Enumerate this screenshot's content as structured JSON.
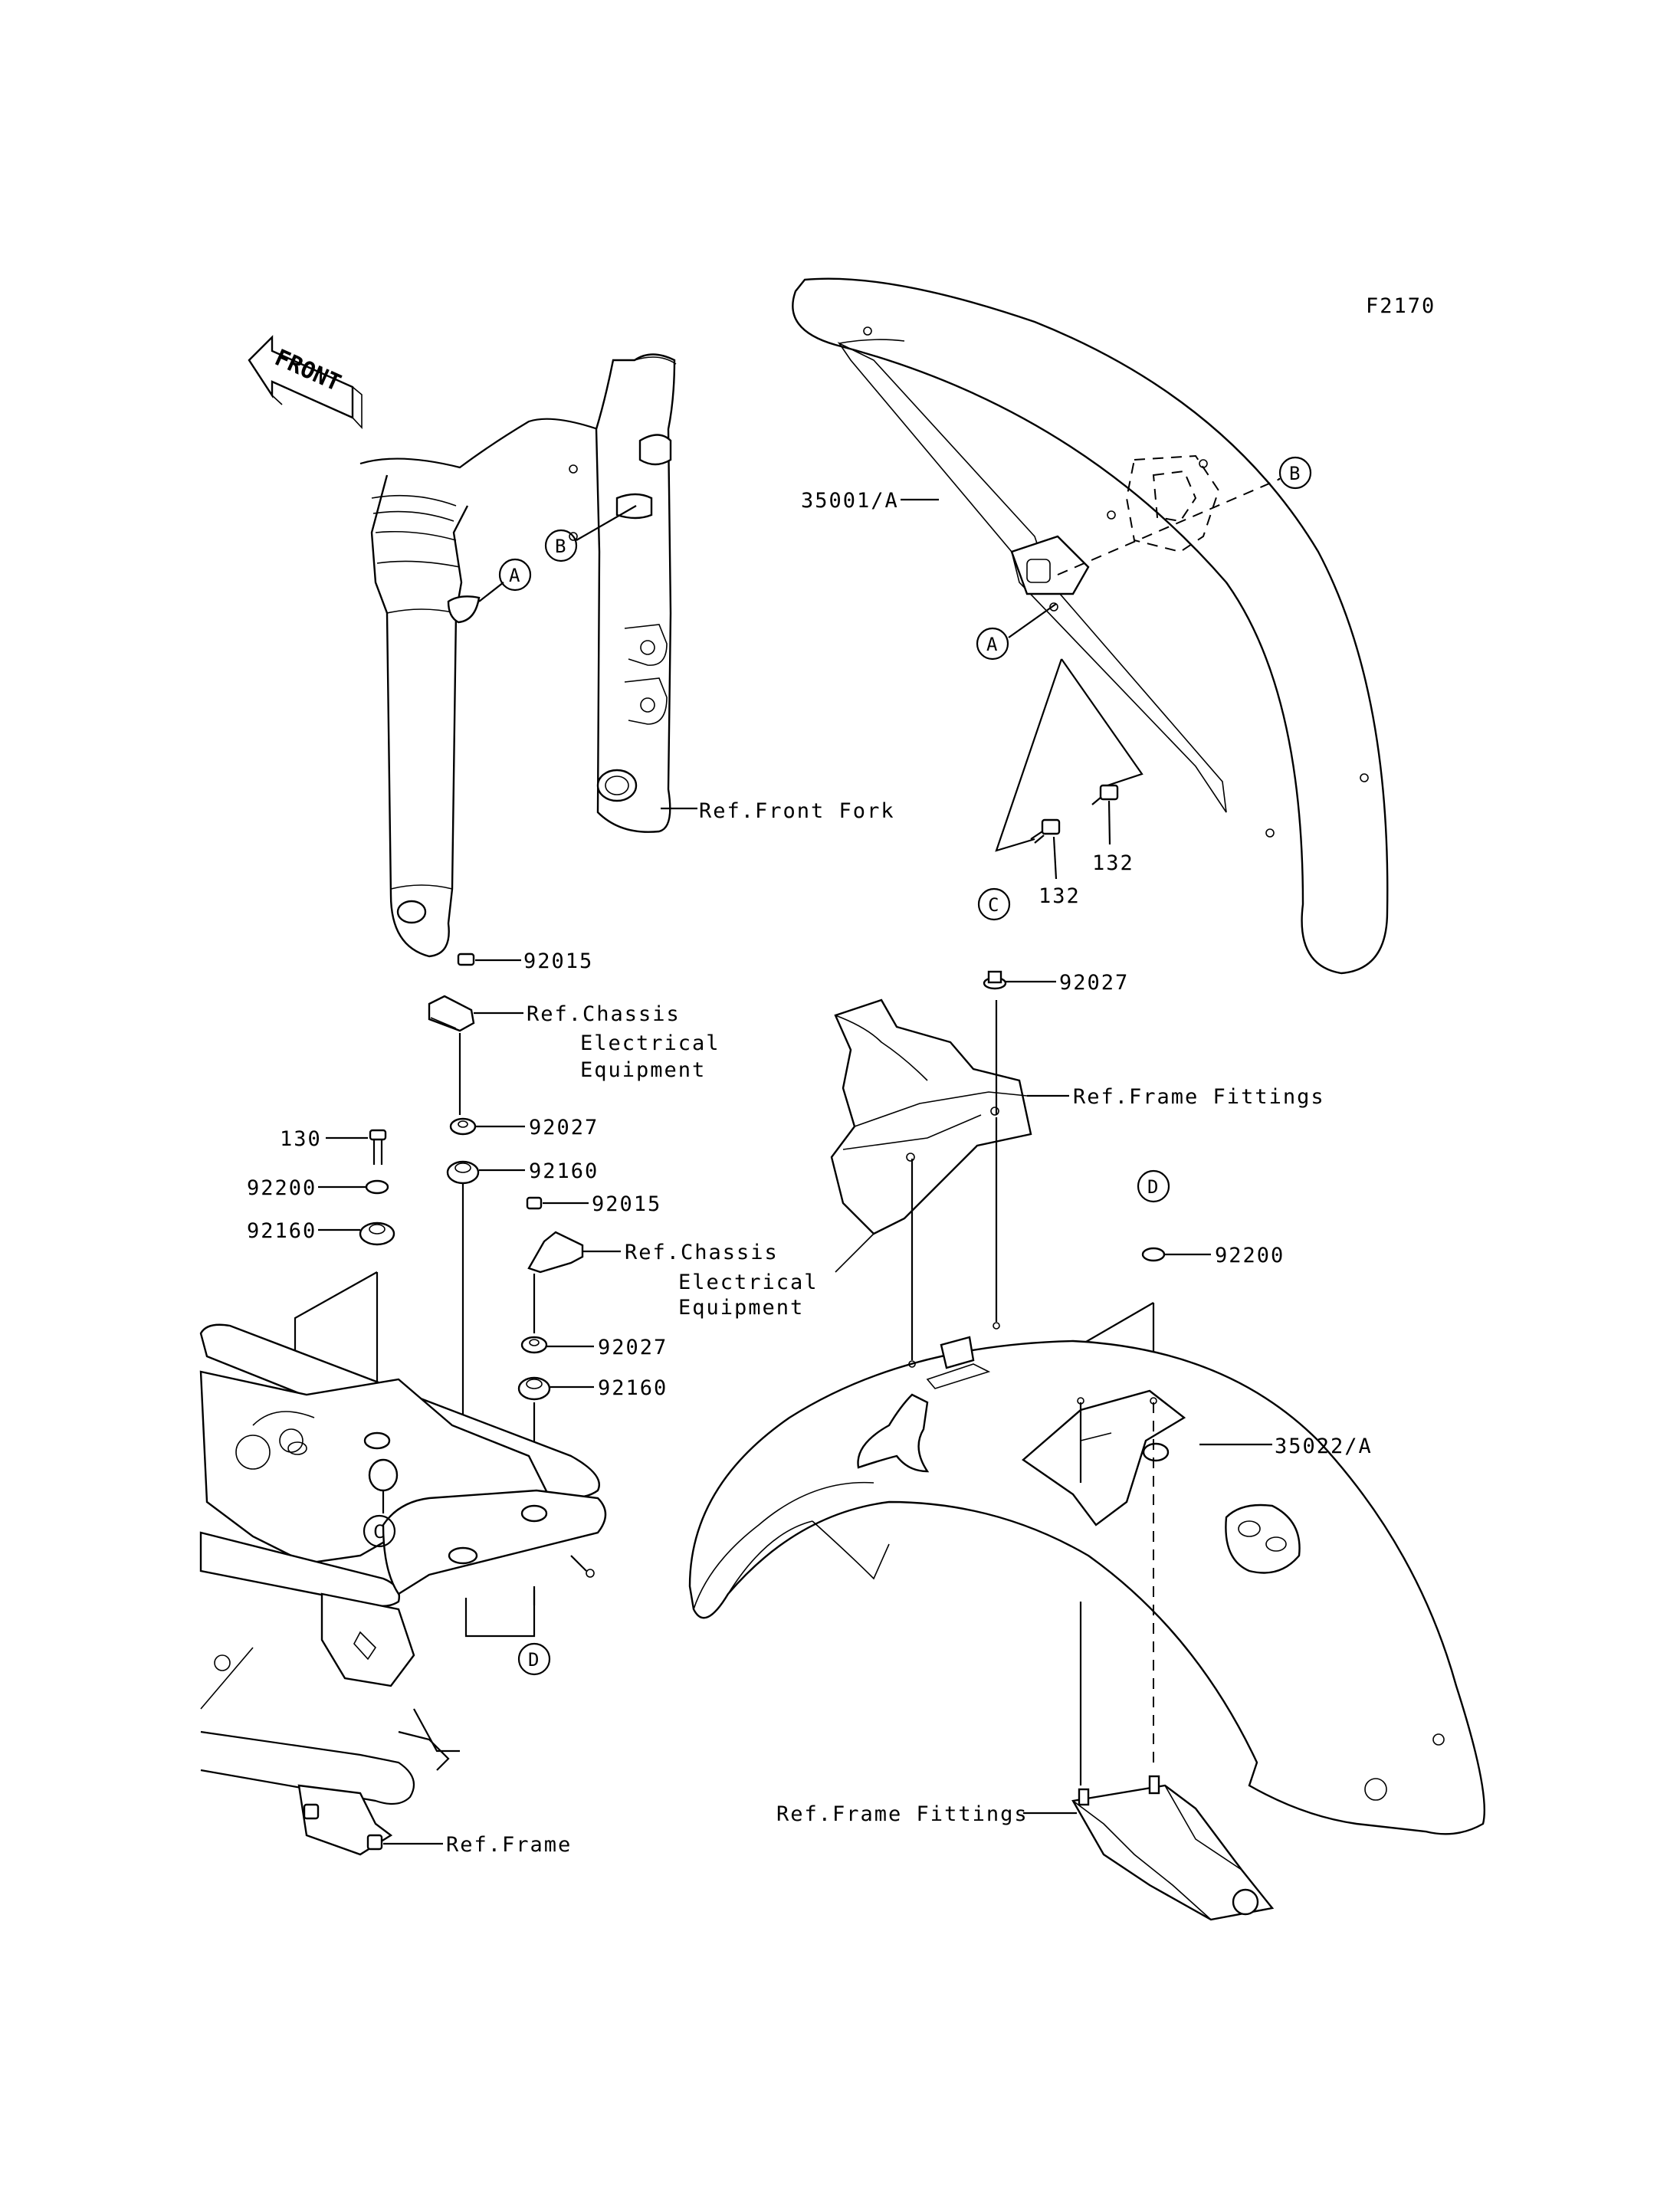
{
  "figure_code": "F2170",
  "front_arrow_text": "FRONT",
  "callouts": {
    "A": "A",
    "B": "B",
    "C": "C",
    "D": "D"
  },
  "labels": {
    "p35001": "35001/A",
    "p35022": "35022/A",
    "p132a": "132",
    "p132b": "132",
    "p130": "130",
    "p92015a": "92015",
    "p92015b": "92015",
    "p92027a": "92027",
    "p92027b": "92027",
    "p92027c": "92027",
    "p92160a": "92160",
    "p92160b": "92160",
    "p92160c": "92160",
    "p92200a": "92200",
    "p92200b": "92200",
    "ref_front_fork": "Ref.Front Fork",
    "ref_chassis_a_1": "Ref.Chassis",
    "ref_chassis_a_2": "Electrical",
    "ref_chassis_a_3": "Equipment",
    "ref_chassis_b_1": "Ref.Chassis",
    "ref_chassis_b_2": "Electrical",
    "ref_chassis_b_3": "Equipment",
    "ref_frame_fittings_a": "Ref.Frame Fittings",
    "ref_frame_fittings_b": "Ref.Frame Fittings",
    "ref_frame": "Ref.Frame"
  }
}
